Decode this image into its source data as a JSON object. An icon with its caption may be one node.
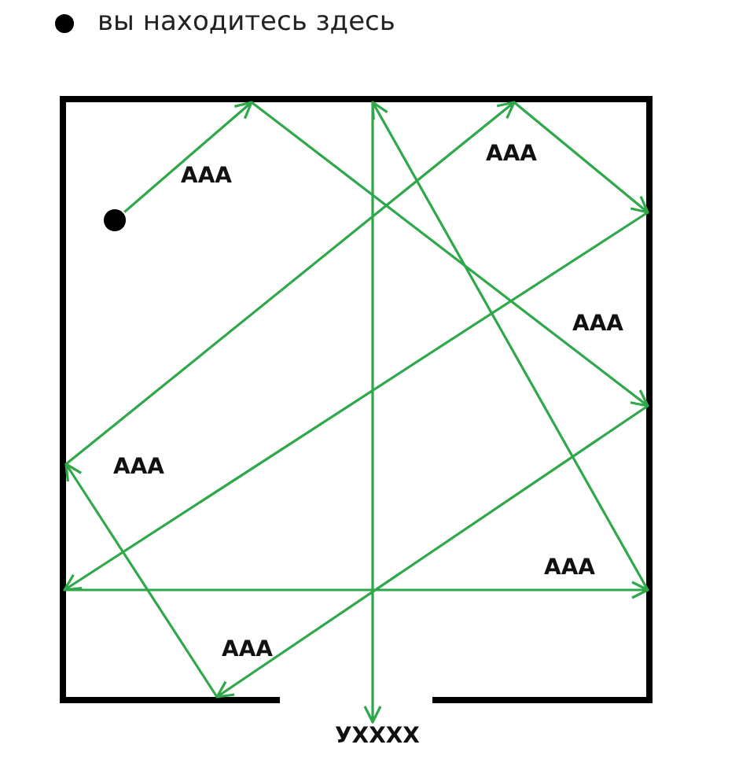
{
  "diagram": {
    "nodes": [
      {
        "text": [],
        "shape": "circle"
      },
      {
        "text": [
          "УХХХХ"
        ]
      }
    ],
    "edges": [
      {
        "from": 0,
        "to": 1,
        "arrow": "to"
      }
    ],
    "labels": [
      "AAA",
      "AAA",
      "AAA",
      "AAA",
      "AAA",
      "AAA"
    ],
    "legend": [
      {
        "text": "вы находитесь здесь"
      }
    ]
  }
}
